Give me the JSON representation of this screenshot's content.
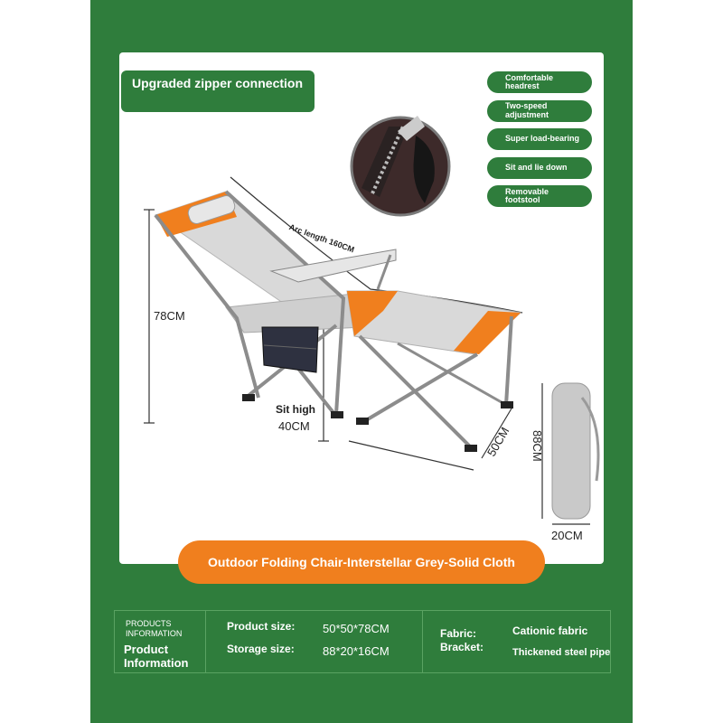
{
  "callouts": {
    "zipper": "Upgraded zipper connection"
  },
  "features": [
    "Comfortable headrest",
    "Two-speed adjustment",
    "Super load-bearing",
    "Sit and lie down",
    "Removable footstool"
  ],
  "dimensions": {
    "arc_length": "Arc length 160CM",
    "height": "78CM",
    "sit_high_label": "Sit high",
    "sit_high_value": "40CM",
    "depth": "50CM",
    "bag_length": "88CM",
    "bag_width": "20CM"
  },
  "product_title": "Outdoor Folding Chair-Interstellar Grey-Solid Cloth",
  "info": {
    "header_small": "PRODUCTS INFORMATION",
    "header_large": "Product Information",
    "product_size_label": "Product size:",
    "product_size_value": "50*50*78CM",
    "storage_size_label": "Storage size:",
    "storage_size_value": "88*20*16CM",
    "fabric_label": "Fabric:",
    "fabric_value": "Cationic fabric",
    "bracket_label": "Bracket:",
    "bracket_value": "Thickened steel pipe"
  },
  "colors": {
    "brand_green": "#2f7d3c",
    "accent_orange": "#f07f1e",
    "fabric_grey": "#d9d9d9"
  }
}
